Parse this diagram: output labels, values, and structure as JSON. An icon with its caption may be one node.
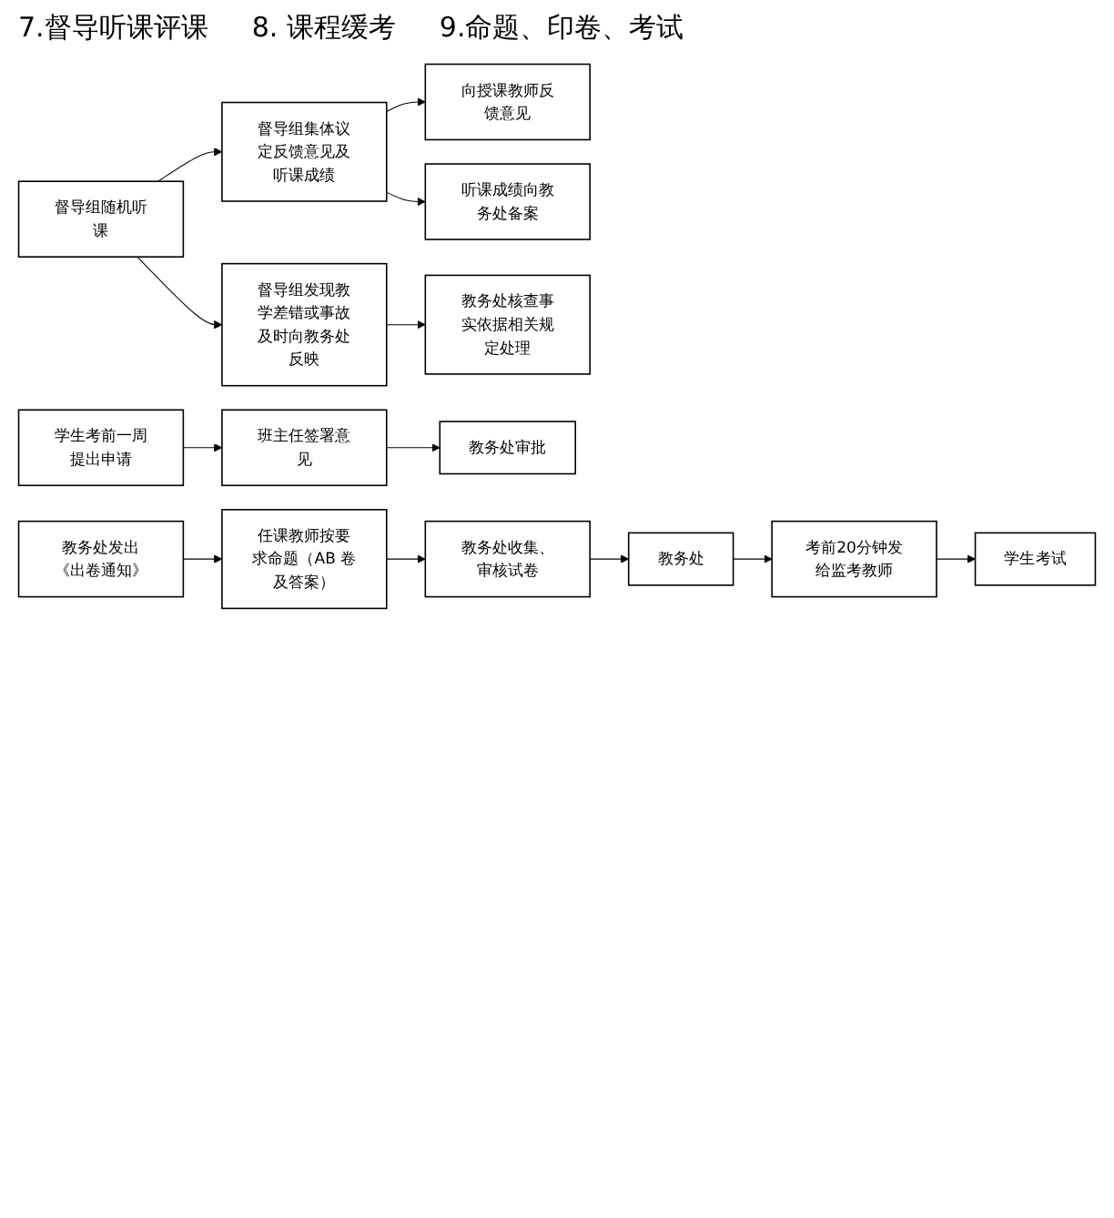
{
  "diagram": {
    "nodes": [
      {
        "text": [
          "督导组随机听课"
        ]
      },
      {
        "text": [
          "督导组集体议定反馈意见及听课成绩"
        ]
      },
      {
        "text": [
          "督导组发现教学差错或事故及时向教务处反映"
        ]
      },
      {
        "text": [
          "向授课教师反馈意见"
        ]
      },
      {
        "text": [
          "听课成绩向教务处备案"
        ]
      },
      {
        "text": [
          "教务处核查事实依据相关规定处理"
        ]
      },
      {
        "text": [
          "学生考前一周提出申请"
        ]
      },
      {
        "text": [
          "班主任签署意见"
        ]
      },
      {
        "text": [
          "教务处审批"
        ]
      },
      {
        "text": [
          "教务处发出《出卷通知》"
        ]
      },
      {
        "text": [
          "任课教师按要求命题（AB 卷及答案）"
        ]
      },
      {
        "text": [
          "教务处收集、审核试卷"
        ]
      },
      {
        "text": [
          "教务处"
        ]
      },
      {
        "text": [
          "考前20分钟发给监考教师"
        ]
      },
      {
        "text": [
          "学生考试"
        ]
      }
    ],
    "edges": [
      {
        "from": 0,
        "to": 1,
        "arrow": "to"
      },
      {
        "from": 0,
        "to": 2,
        "arrow": "to"
      },
      {
        "from": 1,
        "to": 3,
        "arrow": "to"
      },
      {
        "from": 1,
        "to": 4,
        "arrow": "to"
      },
      {
        "from": 2,
        "to": 5,
        "arrow": "to"
      },
      {
        "from": 6,
        "to": 7,
        "arrow": "to"
      },
      {
        "from": 7,
        "to": 8,
        "arrow": "to"
      },
      {
        "from": 9,
        "to": 10,
        "arrow": "to"
      },
      {
        "from": 10,
        "to": 11,
        "arrow": "to"
      },
      {
        "from": 11,
        "to": 12,
        "arrow": "to"
      },
      {
        "from": 12,
        "to": 13,
        "arrow": "to"
      },
      {
        "from": 13,
        "to": 14,
        "arrow": "to"
      }
    ],
    "labels": [
      "7.督导听课评课",
      "8.  课程缓考",
      "9.命题、印卷、考试"
    ]
  }
}
